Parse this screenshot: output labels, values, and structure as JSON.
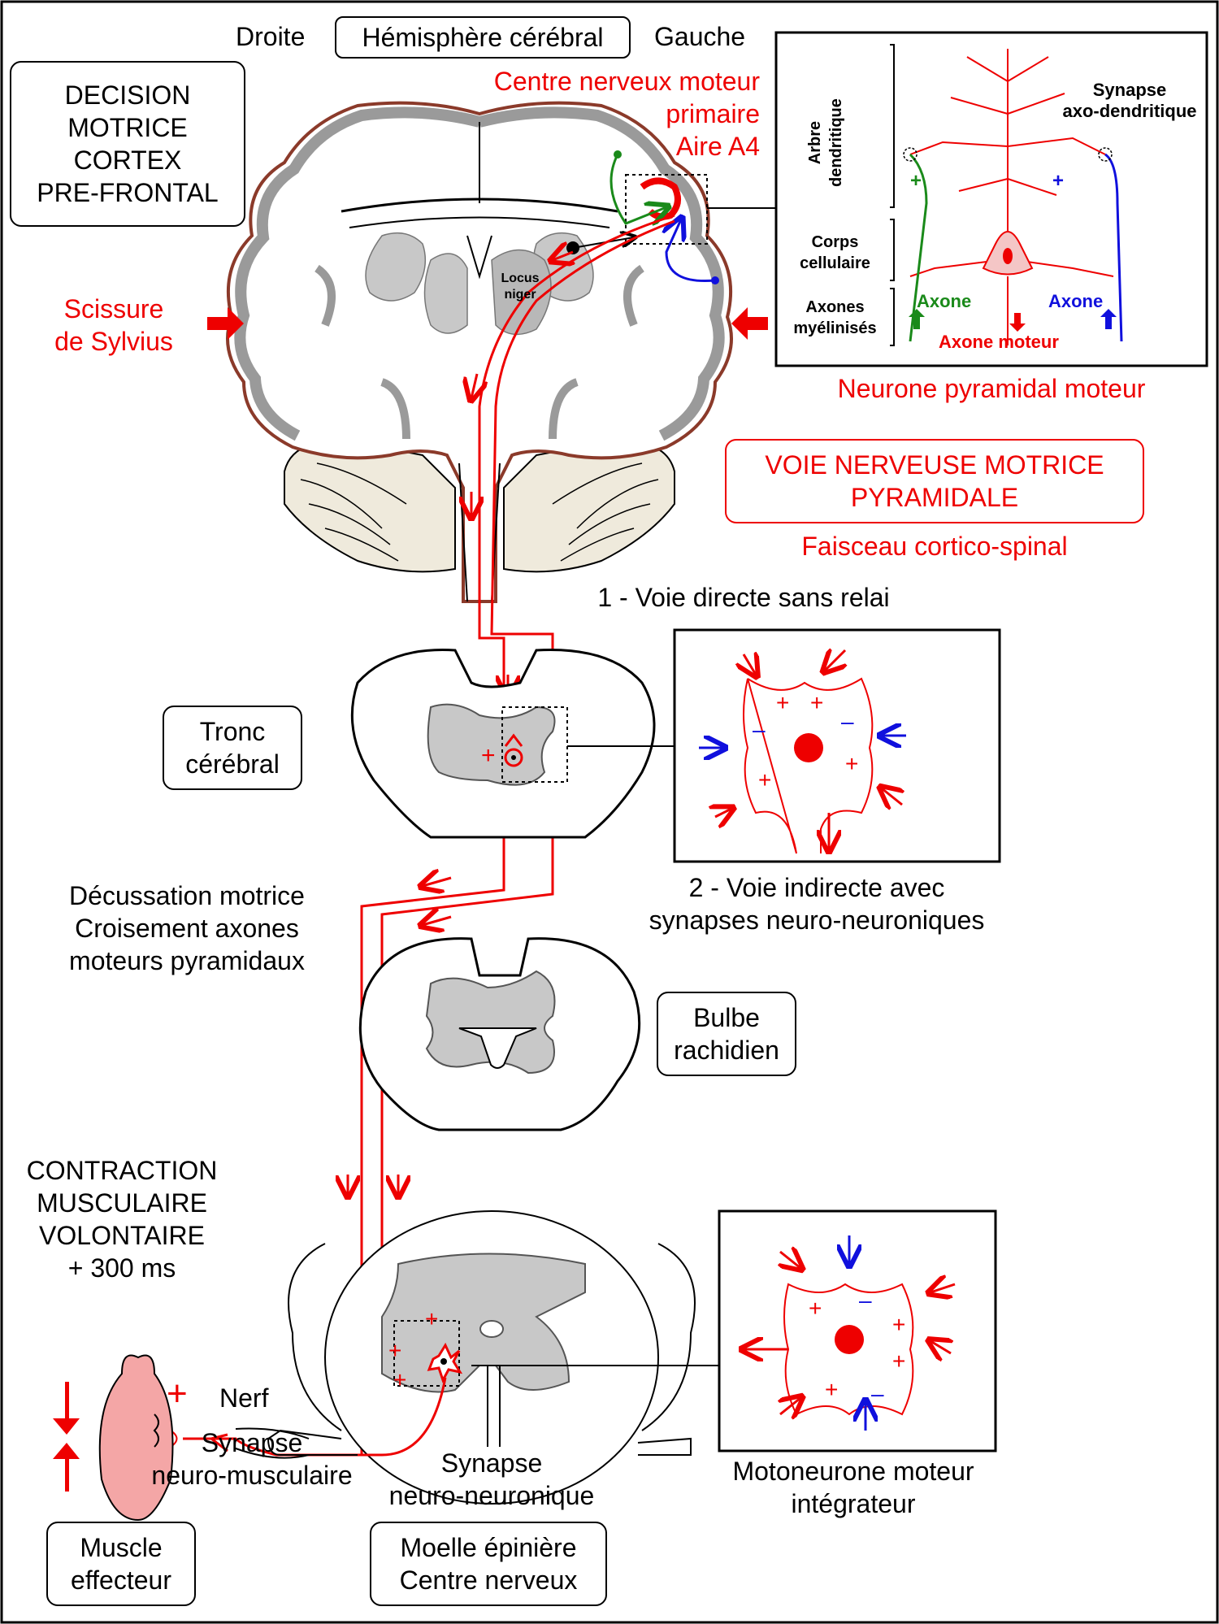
{
  "header": {
    "right_side": "Droite",
    "hemisphere": "Hémisphère cérébral",
    "left_side": "Gauche"
  },
  "decision_box": [
    "DECISION",
    "MOTRICE",
    "CORTEX",
    "PRE-FRONTAL"
  ],
  "motor_center": [
    "Centre nerveux moteur",
    "primaire",
    "Aire A4"
  ],
  "sylvius": [
    "Scissure",
    "de Sylvius"
  ],
  "locus_niger": [
    "Locus",
    "niger"
  ],
  "neuron_inset": {
    "arbre": [
      "Arbre",
      "dendritique"
    ],
    "synapse": [
      "Synapse",
      "axo-dendritique"
    ],
    "corps": [
      "Corps",
      "cellulaire"
    ],
    "axones": [
      "Axones",
      "myélinisés"
    ],
    "axone_green": "Axone",
    "axone_blue": "Axone",
    "axone_moteur": "Axone moteur",
    "plus": "+",
    "caption": "Neurone pyramidal moteur"
  },
  "pathway_box": [
    "VOIE NERVEUSE MOTRICE",
    "PYRAMIDALE"
  ],
  "faisceau": "Faisceau cortico-spinal",
  "voie_directe": "1 - Voie directe sans relai",
  "tronc": [
    "Tronc",
    "cérébral"
  ],
  "voie_indirecte": [
    "2 - Voie indirecte avec",
    "synapses neuro-neuroniques"
  ],
  "decussation": [
    "Décussation motrice",
    "Croisement axones",
    "moteurs pyramidaux"
  ],
  "bulbe": [
    "Bulbe",
    "rachidien"
  ],
  "contraction": [
    "CONTRACTION",
    "MUSCULAIRE",
    "VOLONTAIRE",
    "+ 300 ms"
  ],
  "nerf": "Nerf",
  "synapse_nm": [
    "Synapse",
    "neuro-musculaire"
  ],
  "synapse_nn": [
    "Synapse",
    "neuro-neuronique"
  ],
  "motoneurone": [
    "Motoneurone moteur",
    "intégrateur"
  ],
  "muscle": [
    "Muscle",
    "effecteur"
  ],
  "moelle": [
    "Moelle épinière",
    "Centre nerveux"
  ],
  "signs": {
    "plus": "+",
    "minus": "–"
  },
  "colors": {
    "red": "#ee0000",
    "green": "#1a8a1a",
    "blue": "#1010dd",
    "gray": "#c8c8c8",
    "cerebellum": "#efeadc",
    "muscle": "#f4a6a6"
  }
}
